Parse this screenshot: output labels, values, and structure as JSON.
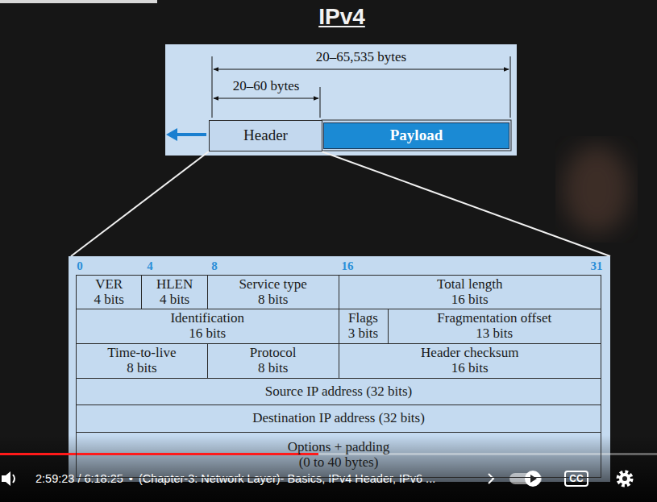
{
  "diagram": {
    "title": "IPv4",
    "nodes": [
      {
        "text": [
          "Header"
        ]
      },
      {
        "text": [
          "Payload"
        ]
      },
      {
        "text": [
          "VER",
          "4 bits"
        ]
      },
      {
        "text": [
          "HLEN",
          "4 bits"
        ]
      },
      {
        "text": [
          "Service type",
          "8 bits"
        ]
      },
      {
        "text": [
          "Total length",
          "16 bits"
        ]
      },
      {
        "text": [
          "Identification",
          "16 bits"
        ]
      },
      {
        "text": [
          "Flags",
          "3 bits"
        ]
      },
      {
        "text": [
          "Fragmentation offset",
          "13 bits"
        ]
      },
      {
        "text": [
          "Time-to-live",
          "8 bits"
        ]
      },
      {
        "text": [
          "Protocol",
          "8 bits"
        ]
      },
      {
        "text": [
          "Header checksum",
          "16 bits"
        ]
      },
      {
        "text": [
          "Source IP address (32 bits)"
        ]
      },
      {
        "text": [
          "Destination IP address (32 bits)"
        ]
      },
      {
        "text": [
          "Options + padding",
          "(0 to 40 bytes)"
        ]
      }
    ],
    "labels": [
      "20–65,535 bytes",
      "20–60 bytes",
      "0",
      "4",
      "8",
      "16",
      "31",
      "2:59:23 / 6:18:25",
      "•",
      "(Chapter-3: Network Layer)- Basics, IPv4 Header, IPv6 ...",
      "CC"
    ]
  }
}
